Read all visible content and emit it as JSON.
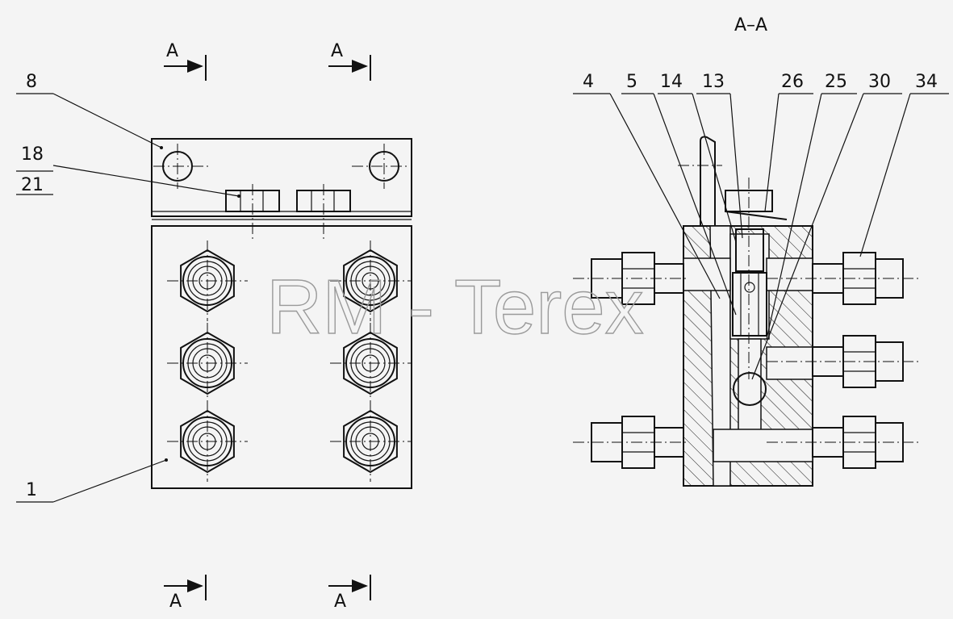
{
  "labels": {
    "section_a": "A",
    "section_title": "A–A"
  },
  "callouts": {
    "c8": "8",
    "c18": "18",
    "c21": "21",
    "c1": "1",
    "c4": "4",
    "c5": "5",
    "c14": "14",
    "c13": "13",
    "c26": "26",
    "c25": "25",
    "c30": "30",
    "c34": "34"
  },
  "watermark": "RM - Terex"
}
